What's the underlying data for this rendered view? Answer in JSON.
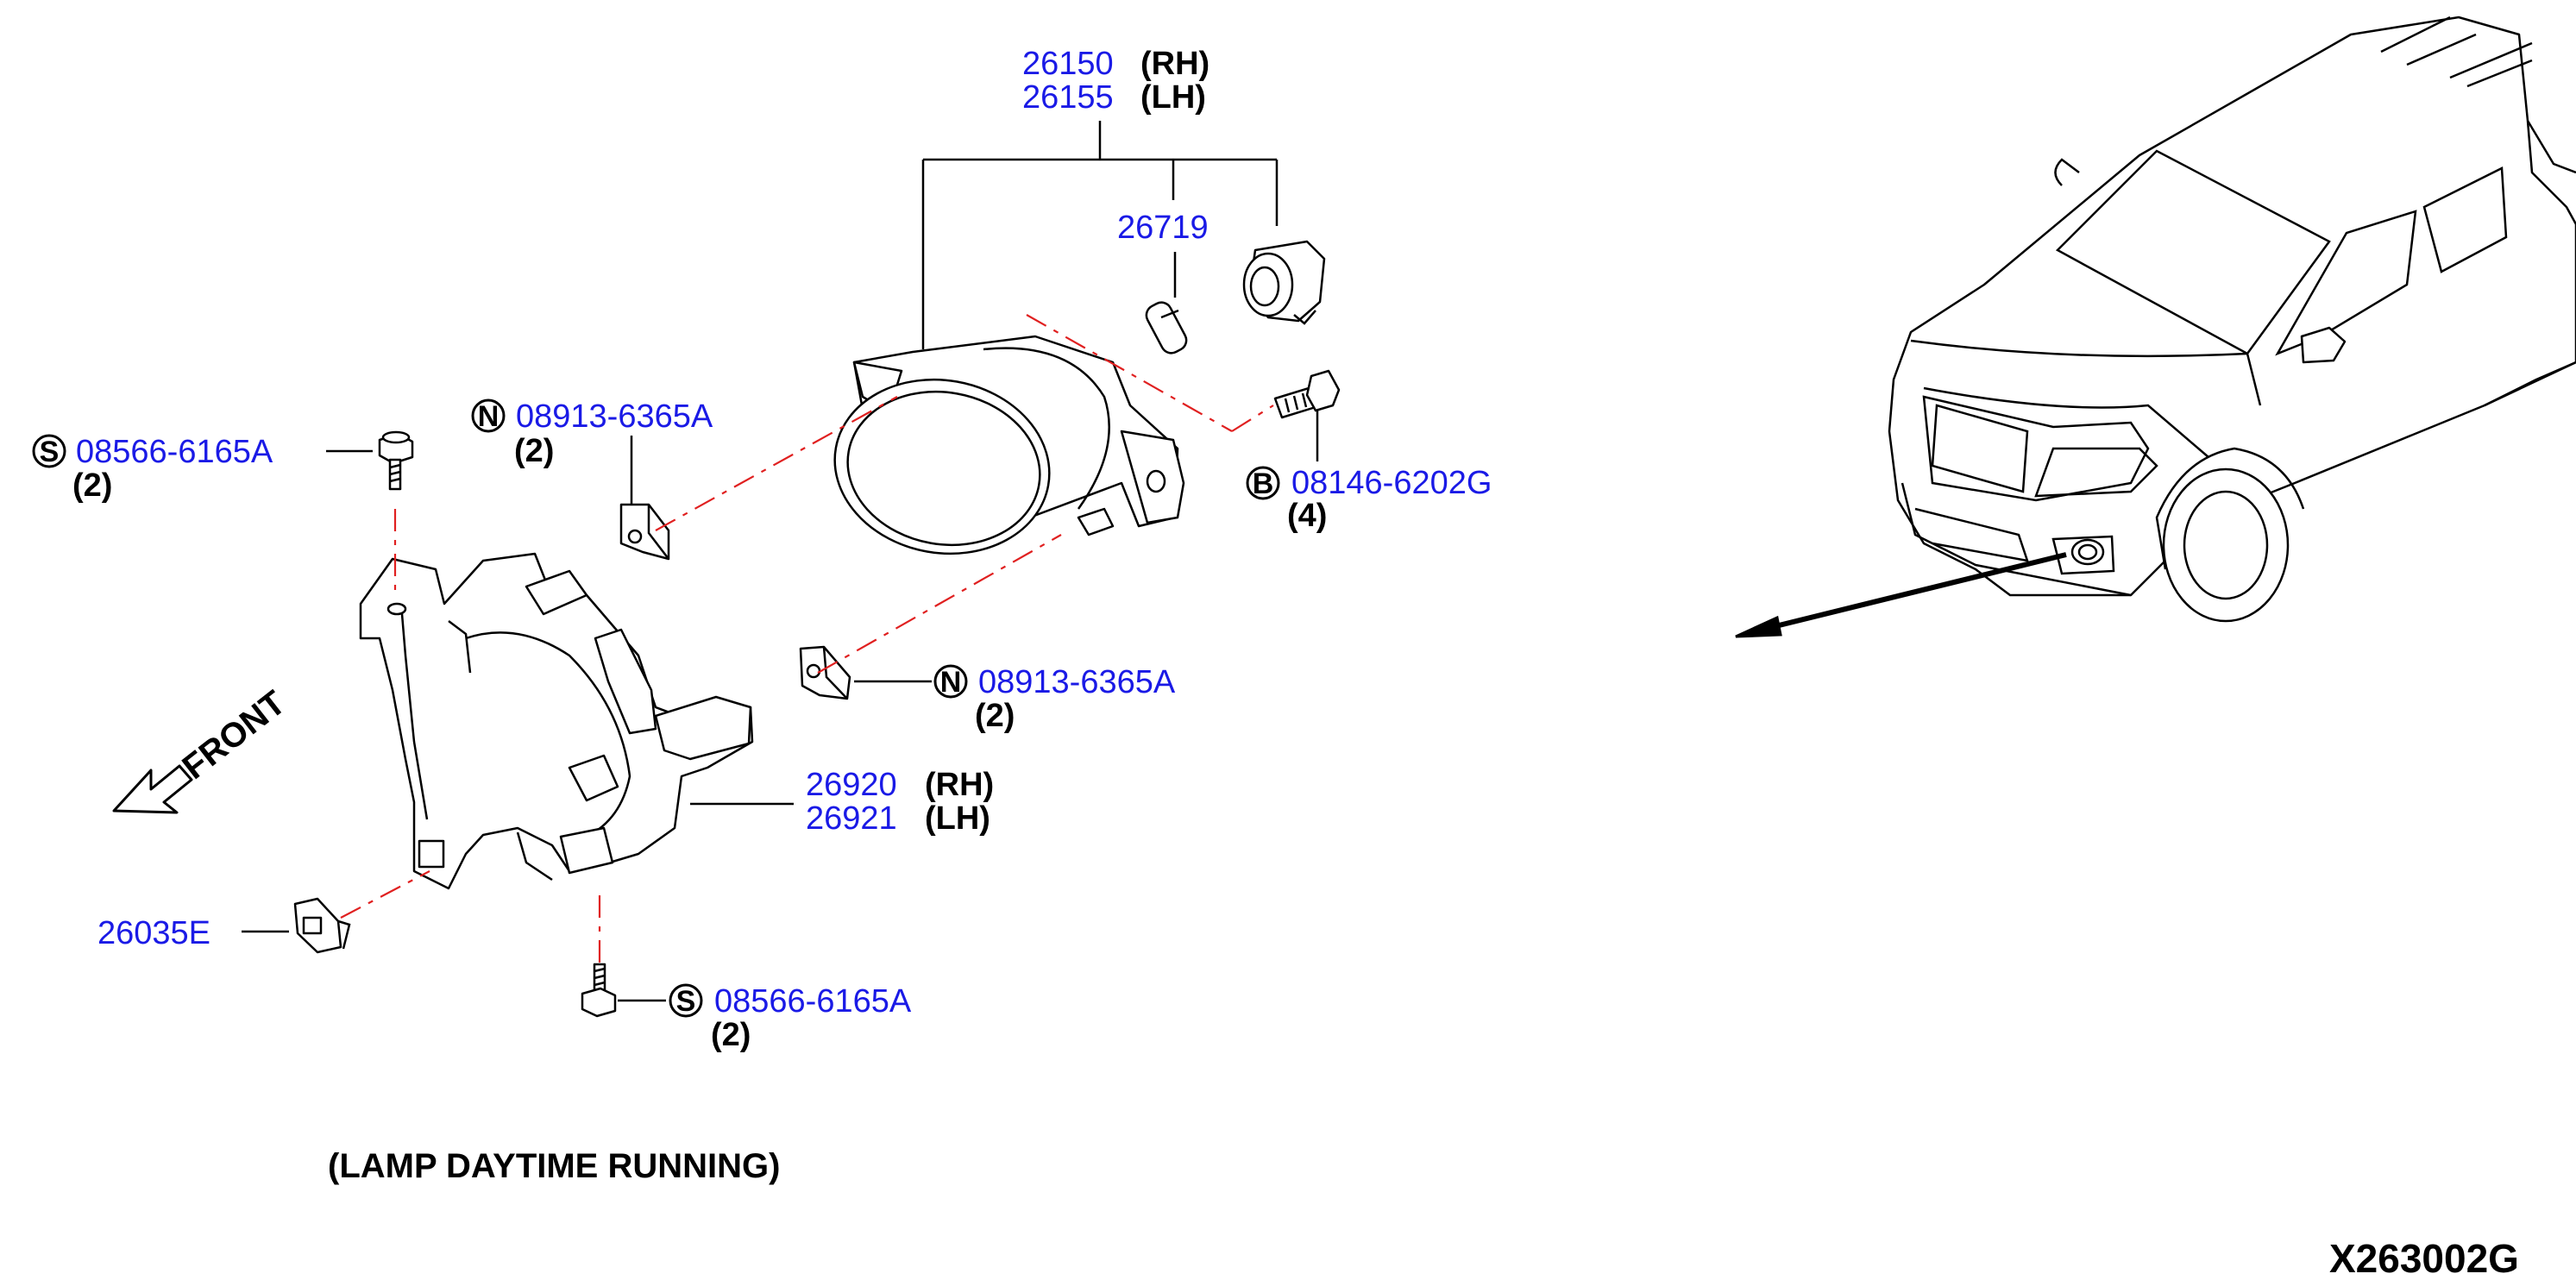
{
  "diagram": {
    "callouts": {
      "fog_lamp": {
        "parts": [
          "26150",
          "26155"
        ],
        "sides": [
          "(RH)",
          "(LH)"
        ]
      },
      "bulb": {
        "part": "26719"
      },
      "nut_top": {
        "symbol": "N",
        "part": "08913-6365A",
        "qty": "(2)"
      },
      "screw_top": {
        "symbol": "S",
        "part": "08566-6165A",
        "qty": "(2)"
      },
      "bolt": {
        "symbol": "B",
        "part": "08146-6202G",
        "qty": "(4)"
      },
      "nut_mid": {
        "symbol": "N",
        "part": "08913-6365A",
        "qty": "(2)"
      },
      "bracket": {
        "parts": [
          "26920",
          "26921"
        ],
        "sides": [
          "(RH)",
          "(LH)"
        ]
      },
      "clip": {
        "part": "26035E"
      },
      "screw_bottom": {
        "symbol": "S",
        "part": "08566-6165A",
        "qty": "(2)"
      }
    },
    "front_label": "FRONT",
    "caption": "(LAMP DAYTIME RUNNING)",
    "diagram_code": "X263002G"
  }
}
